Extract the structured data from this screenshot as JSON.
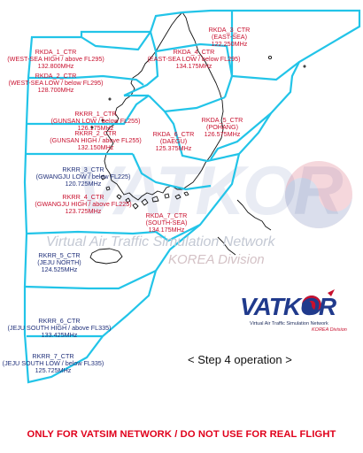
{
  "watermark": {
    "big": "VATKOR",
    "title": "Virtual Air Traffic Simulation Network",
    "subtitle": "KOREA Division"
  },
  "sectors": [
    {
      "id": "RKDA_1",
      "name": "RKDA_1_CTR",
      "desc": "(WEST-SEA HIGH / above FL295)",
      "freq": "132.800MHz",
      "color": "red"
    },
    {
      "id": "RKDA_2",
      "name": "RKDA_2_CTR",
      "desc": "(WEST-SEA LOW / below FL295)",
      "freq": "128.700MHz",
      "color": "red"
    },
    {
      "id": "RKDA_3",
      "name": "RKDA_3_CTR",
      "desc": "(EAST-SEA)",
      "freq": "122.250MHz",
      "color": "red"
    },
    {
      "id": "RKDA_4",
      "name": "RKDA_4_CTR",
      "desc": "(EAST-SEA LOW / below FL295)",
      "freq": "134.175MHz",
      "color": "red"
    },
    {
      "id": "RKDA_5",
      "name": "RKDA_5_CTR",
      "desc": "(POHANG)",
      "freq": "126.575MHz",
      "color": "red"
    },
    {
      "id": "RKDA_6",
      "name": "RKDA_6_CTR",
      "desc": "(DAEGU)",
      "freq": "125.375MHz",
      "color": "red"
    },
    {
      "id": "RKDA_7",
      "name": "RKDA_7_CTR",
      "desc": "(SOUTH-SEA)",
      "freq": "134.175MHz",
      "color": "red"
    },
    {
      "id": "RKRR_1",
      "name": "RKRR_1_CTR",
      "desc": "(GUNSAN LOW / below FL255)",
      "freq": "126.175MHz",
      "color": "red"
    },
    {
      "id": "RKRR_2",
      "name": "RKRR_2_CTR",
      "desc": "(GUNSAN HIGH / above FL255)",
      "freq": "132.150MHz",
      "color": "red"
    },
    {
      "id": "RKRR_3",
      "name": "RKRR_3_CTR",
      "desc": "(GWANGJU LOW / below FL225)",
      "freq": "120.725MHz",
      "color": "blue"
    },
    {
      "id": "RKRR_4",
      "name": "RKRR_4_CTR",
      "desc": "(GWANGJU HIGH / above FL225)",
      "freq": "123.725MHz",
      "color": "red"
    },
    {
      "id": "RKRR_5",
      "name": "RKRR_5_CTR",
      "desc": "(JEJU NORTH)",
      "freq": "124.525MHz",
      "color": "blue"
    },
    {
      "id": "RKRR_6",
      "name": "RKRR_6_CTR",
      "desc": "(JEJU SOUTH HIGH / above FL335)",
      "freq": "133.425MHz",
      "color": "blue"
    },
    {
      "id": "RKRR_7",
      "name": "RKRR_7_CTR",
      "desc": "(JEJU SOUTH LOW / below FL335)",
      "freq": "125.725MHz",
      "color": "blue"
    }
  ],
  "logo": {
    "brand": "VATKOR",
    "tagline": "Virtual Air Traffic Simulation Network",
    "division": "KOREA Division"
  },
  "step": "< Step 4 operation >",
  "warning": "ONLY FOR VATSIM NETWORK / DO NOT USE FOR REAL FLIGHT",
  "colors": {
    "boundary": "#22c4e8",
    "coastline": "#111111",
    "sector_text_red": "#c8102e",
    "sector_text_blue": "#1f2f7a",
    "warning": "#e0001b",
    "logo_blue": "#203a8c"
  }
}
